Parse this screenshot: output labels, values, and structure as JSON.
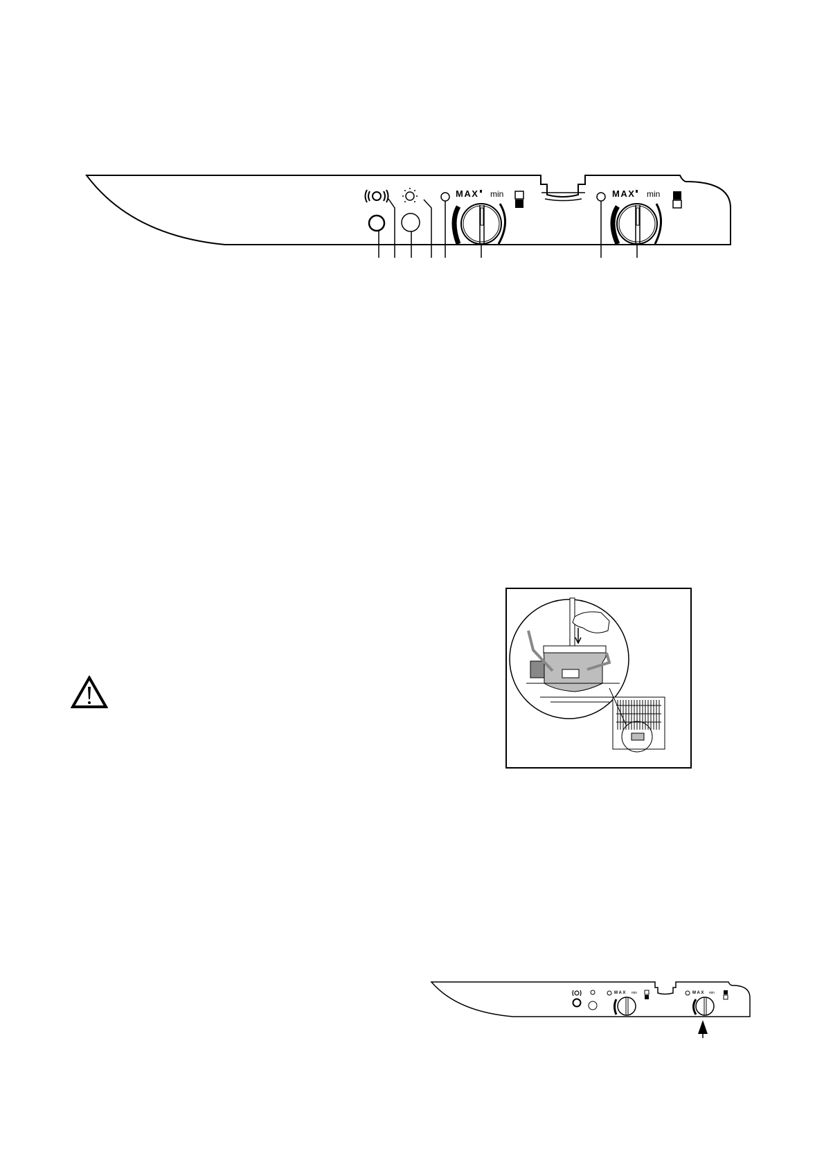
{
  "page": {
    "background": "#ffffff",
    "ink": "#000000",
    "fill_grey": "#bdbdbd"
  },
  "control_panel_large": {
    "alarm_icon": "sound-waves-icon",
    "light_icon": "light-bulb-icon",
    "fridge_dial": {
      "max_label": "MAX",
      "min_label": "min",
      "indicator_icon": "indicator-light-icon",
      "compartment_icon": "fridge-compartment-icon"
    },
    "freezer_dial": {
      "max_label": "MAX",
      "min_label": "min",
      "indicator_icon": "indicator-light-icon",
      "compartment_icon": "freezer-compartment-icon"
    },
    "callout_count": 8
  },
  "warning": {
    "icon": "warning-triangle-icon"
  },
  "compressor_figure": {
    "icon": "compressor-illustration",
    "inset": "condenser-inset"
  },
  "control_panel_small": {
    "fridge_dial": {
      "max_label": "MAX",
      "min_label": "min"
    },
    "freezer_dial": {
      "max_label": "MAX",
      "min_label": "min"
    },
    "pointer": "up-arrow-icon"
  }
}
